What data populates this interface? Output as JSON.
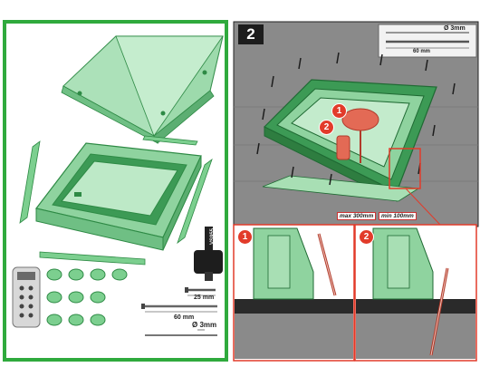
{
  "panel_one": {
    "remote_model": "VS955",
    "screw_short_length": "25 mm",
    "screw_long_length": "60 mm",
    "bit_diameter": "Ø 3mm",
    "colors": {
      "frame_border": "#2faa3d",
      "plastic": "#9fdcae",
      "plastic_dark": "#2e8a45"
    }
  },
  "panel_two": {
    "step_number": "2",
    "screw_length": "60 mm",
    "bit_diameter": "Ø 3mm",
    "max_spacing": "max 300mm",
    "min_spacing": "min 100mm",
    "detail_steps": [
      "1",
      "2"
    ],
    "colors": {
      "background": "#8a8a8a",
      "highlight": "#e23b2a",
      "roof": "#6e6e6e"
    }
  }
}
